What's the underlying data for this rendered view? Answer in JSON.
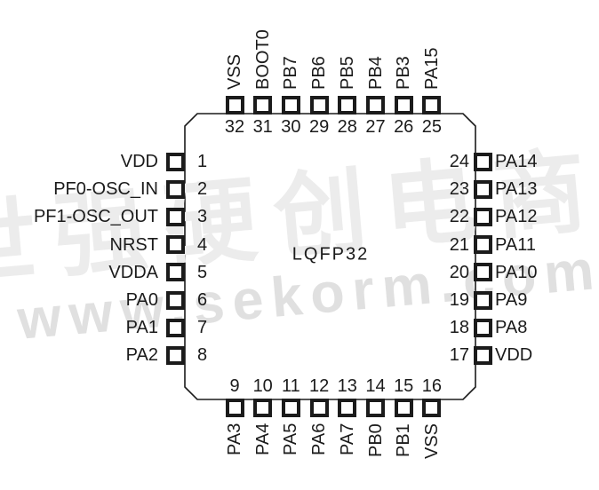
{
  "diagram": {
    "package_label": "LQFP32"
  },
  "watermark": {
    "chinese_text": "世强硬创电商",
    "url_text": "www.sekorm.com",
    "chinese_color": "#ececec",
    "url_color": "#e0e0e0"
  },
  "colors": {
    "ink": "#1b1b1b",
    "background": "#ffffff"
  },
  "pins": {
    "left": [
      {
        "num": "1",
        "label": "VDD"
      },
      {
        "num": "2",
        "label": "PF0-OSC_IN"
      },
      {
        "num": "3",
        "label": "PF1-OSC_OUT"
      },
      {
        "num": "4",
        "label": "NRST"
      },
      {
        "num": "5",
        "label": "VDDA"
      },
      {
        "num": "6",
        "label": "PA0"
      },
      {
        "num": "7",
        "label": "PA1"
      },
      {
        "num": "8",
        "label": "PA2"
      }
    ],
    "bottom": [
      {
        "num": "9",
        "label": "PA3"
      },
      {
        "num": "10",
        "label": "PA4"
      },
      {
        "num": "11",
        "label": "PA5"
      },
      {
        "num": "12",
        "label": "PA6"
      },
      {
        "num": "13",
        "label": "PA7"
      },
      {
        "num": "14",
        "label": "PB0"
      },
      {
        "num": "15",
        "label": "PB1"
      },
      {
        "num": "16",
        "label": "VSS"
      }
    ],
    "right": [
      {
        "num": "24",
        "label": "PA14"
      },
      {
        "num": "23",
        "label": "PA13"
      },
      {
        "num": "22",
        "label": "PA12"
      },
      {
        "num": "21",
        "label": "PA11"
      },
      {
        "num": "20",
        "label": "PA10"
      },
      {
        "num": "19",
        "label": "PA9"
      },
      {
        "num": "18",
        "label": "PA8"
      },
      {
        "num": "17",
        "label": "VDD"
      }
    ],
    "top": [
      {
        "num": "32",
        "label": "VSS"
      },
      {
        "num": "31",
        "label": "BOOT0"
      },
      {
        "num": "30",
        "label": "PB7"
      },
      {
        "num": "29",
        "label": "PB6"
      },
      {
        "num": "28",
        "label": "PB5"
      },
      {
        "num": "27",
        "label": "PB4"
      },
      {
        "num": "26",
        "label": "PB3"
      },
      {
        "num": "25",
        "label": "PA15"
      }
    ]
  }
}
